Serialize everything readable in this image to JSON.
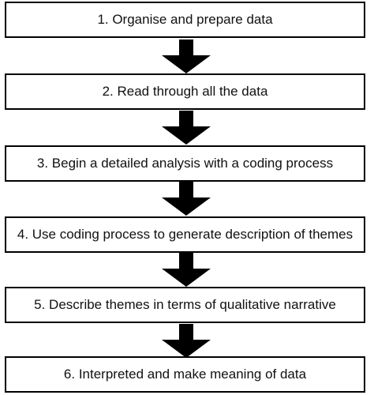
{
  "steps": [
    {
      "label": "1. Organise and prepare data"
    },
    {
      "label": "2. Read through all the data"
    },
    {
      "label": "3. Begin a detailed analysis with a coding process"
    },
    {
      "label": "4. Use coding process to generate description of themes"
    },
    {
      "label": "5. Describe themes in terms of qualitative narrative"
    },
    {
      "label": "6. Interpreted and make meaning of data"
    }
  ],
  "colors": {
    "box_border": "#000000",
    "arrow_fill": "#000000",
    "text": "#111111",
    "background": "#ffffff"
  }
}
